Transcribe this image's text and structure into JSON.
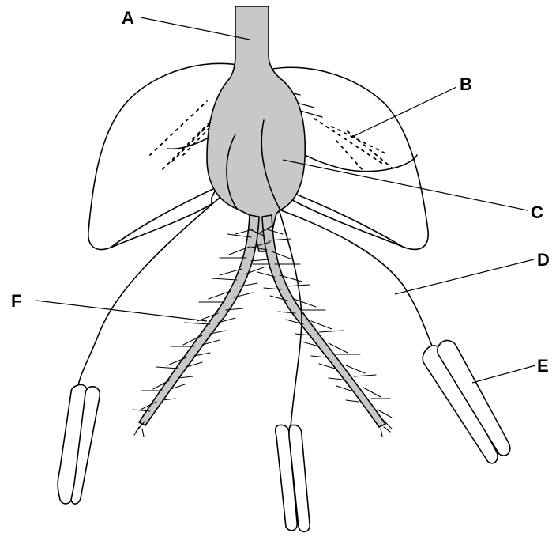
{
  "labels": {
    "A": "A",
    "B": "B",
    "C": "C",
    "D": "D",
    "E": "E",
    "F": "F"
  },
  "colors": {
    "fill": "#c8c8c8",
    "stroke": "#000000",
    "background": "#ffffff"
  }
}
